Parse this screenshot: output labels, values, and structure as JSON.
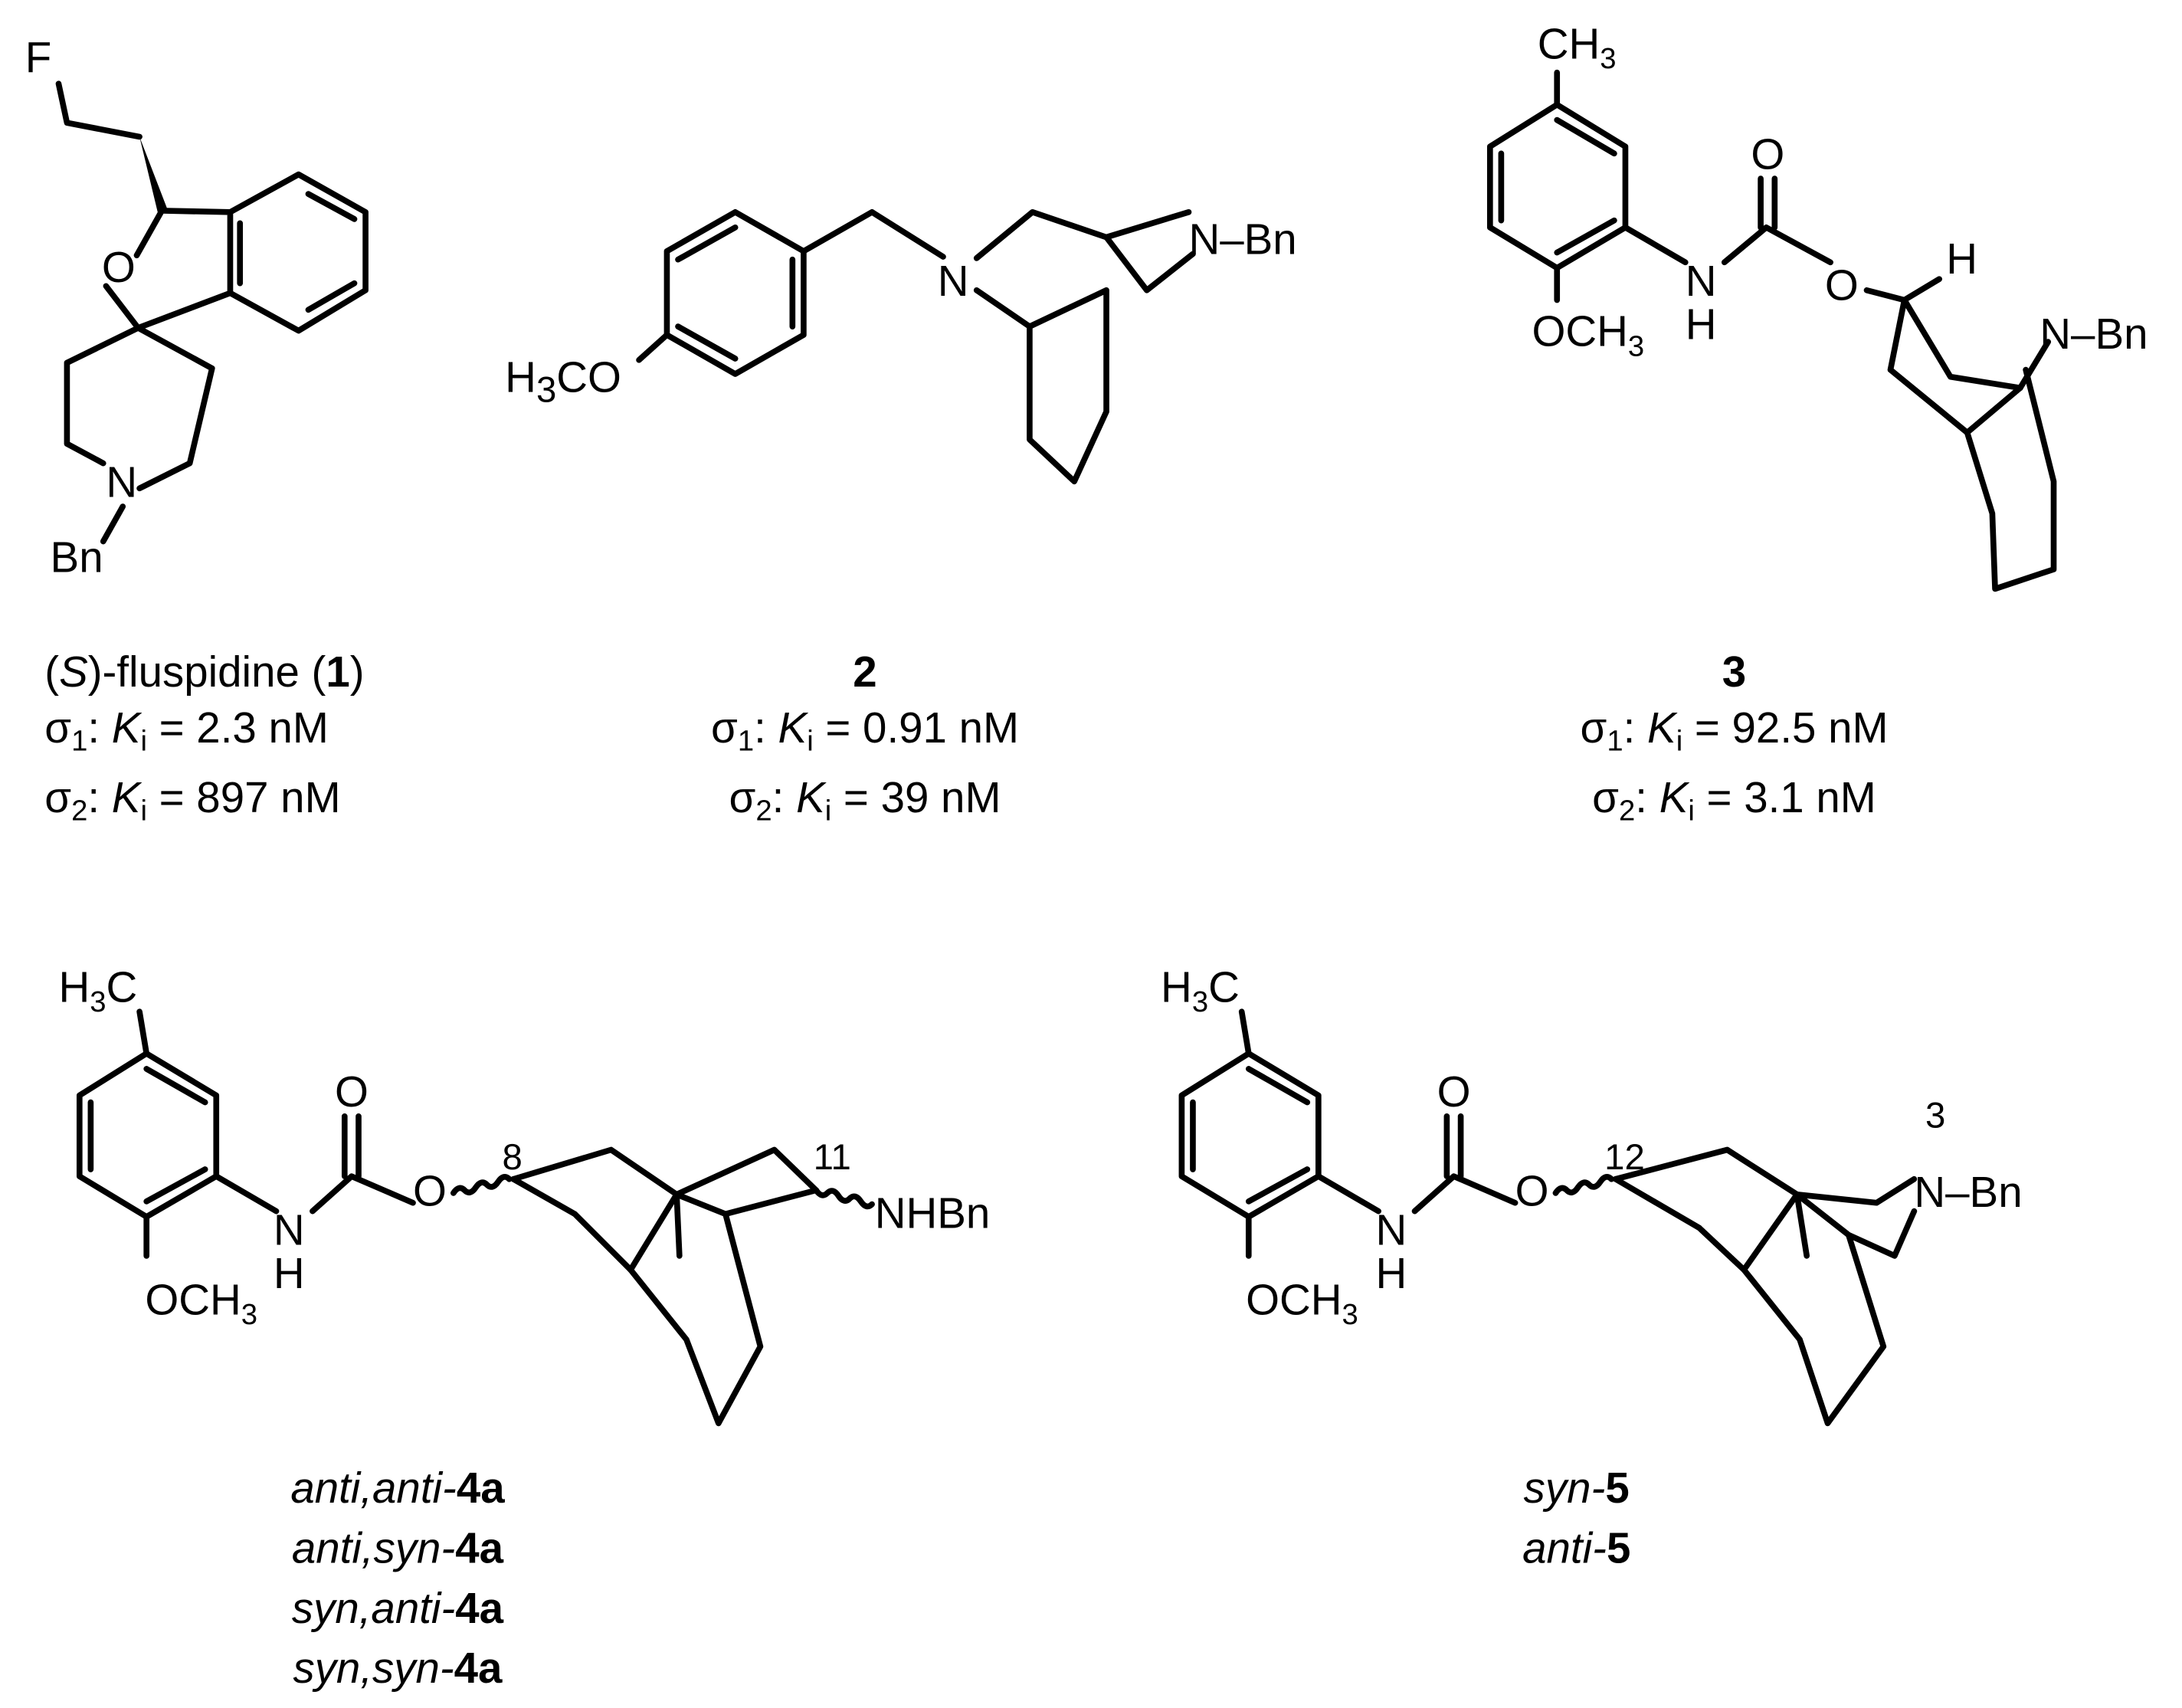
{
  "atoms": {
    "F": "F",
    "O": "O",
    "N": "N",
    "Bn": "Bn",
    "NBn": "N–Bn",
    "H": "H",
    "CH": "CH",
    "three": "3",
    "H3C": "H",
    "three_sub": "3",
    "C": "C",
    "OCH": "OCH",
    "OCH3_left": "H",
    "COtext": "CO",
    "NHBn": "NHBn"
  },
  "locants": {
    "c8": "8",
    "c11": "11",
    "c12": "12",
    "c3": "3"
  },
  "compounds": {
    "c1": {
      "name_prefix": "(",
      "name_S": "S",
      "name_mid": ")-fluspidine (",
      "name_num": "1",
      "name_suffix": ")",
      "s1_label": "σ",
      "s1_sub": "1",
      "s1_k": "K",
      "s1_ksub": "i",
      "s1_val": " = 2.3 nM",
      "s2_label": "σ",
      "s2_sub": "2",
      "s2_k": "K",
      "s2_ksub": "i",
      "s2_val": " = 897 nM"
    },
    "c2": {
      "name": "2",
      "s1_label": "σ",
      "s1_sub": "1",
      "s1_k": "K",
      "s1_ksub": "i",
      "s1_val": " = 0.91 nM",
      "s2_label": "σ",
      "s2_sub": "2",
      "s2_k": "K",
      "s2_ksub": "i",
      "s2_val": " = 39 nM"
    },
    "c3": {
      "name": "3",
      "s1_label": "σ",
      "s1_sub": "1",
      "s1_k": "K",
      "s1_ksub": "i",
      "s1_val": " = 92.5 nM",
      "s2_label": "σ",
      "s2_sub": "2",
      "s2_k": "K",
      "s2_ksub": "i",
      "s2_val": " = 3.1 nM"
    },
    "c4": {
      "isomers": [
        {
          "prefix": "anti,anti-",
          "num": "4a"
        },
        {
          "prefix": "anti,syn-",
          "num": "4a"
        },
        {
          "prefix": "syn,anti-",
          "num": "4a"
        },
        {
          "prefix": "syn,syn-",
          "num": "4a"
        }
      ]
    },
    "c5": {
      "isomers": [
        {
          "prefix": "syn-",
          "num": "5"
        },
        {
          "prefix": "anti-",
          "num": "5"
        }
      ]
    }
  }
}
